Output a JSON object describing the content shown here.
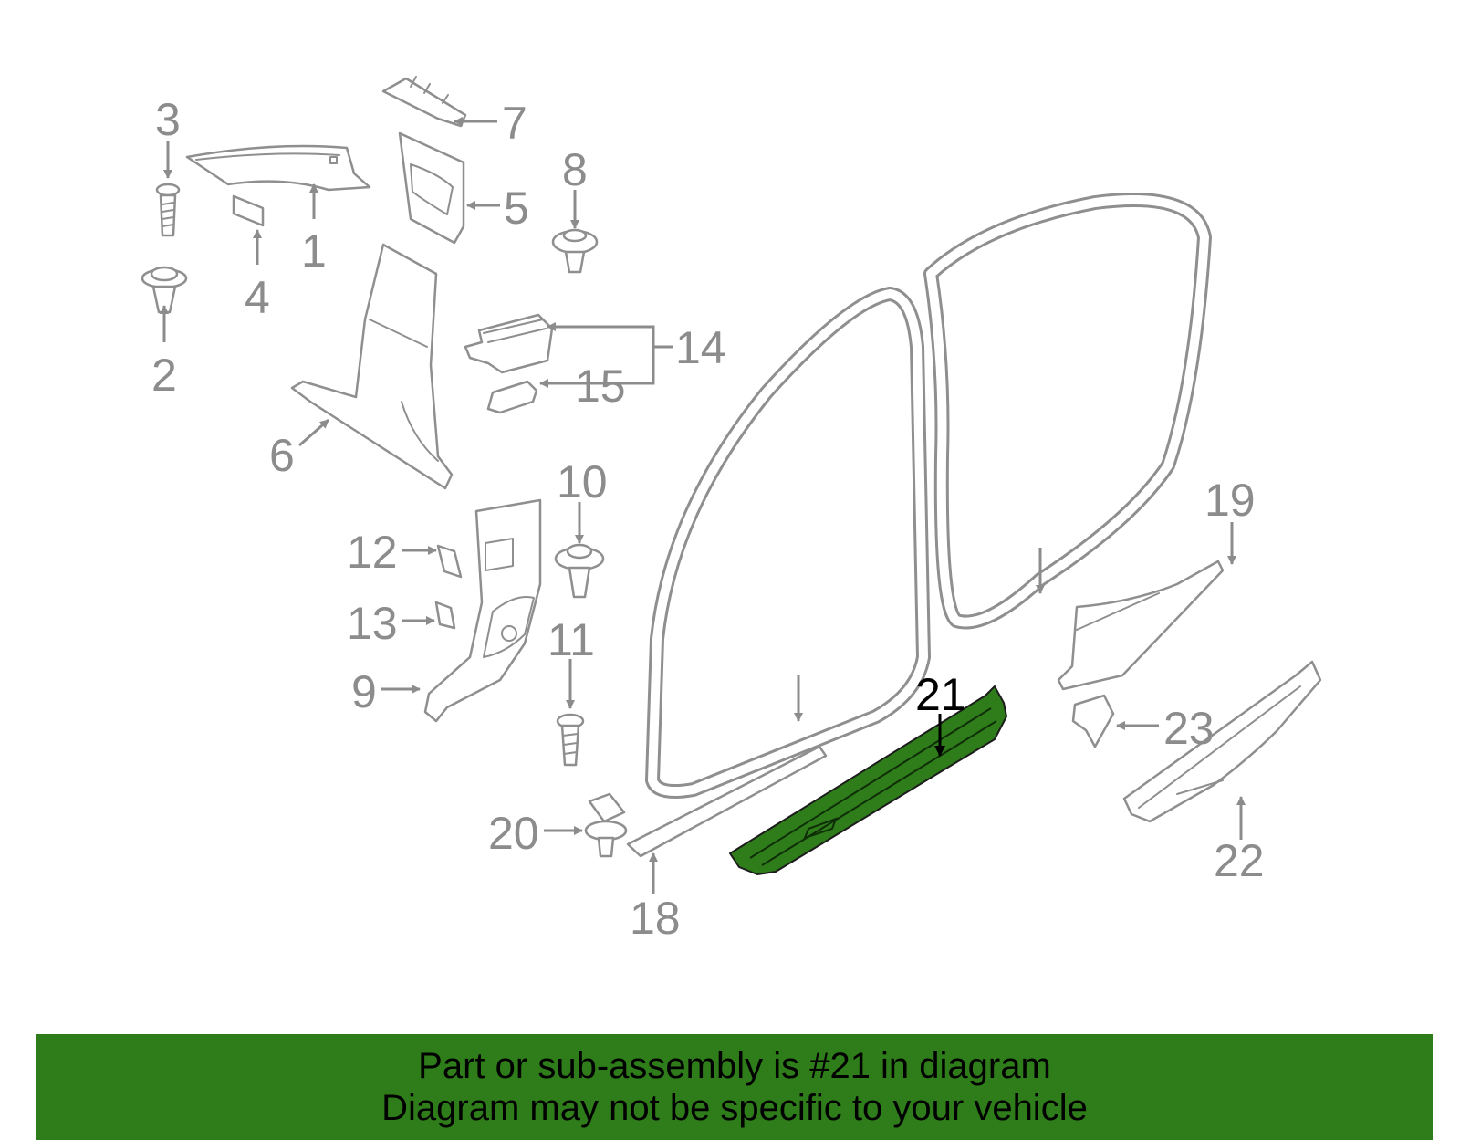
{
  "highlight_color": "#2e7d1a",
  "callouts": {
    "c1": "1",
    "c2": "2",
    "c3": "3",
    "c4": "4",
    "c5": "5",
    "c6": "6",
    "c7": "7",
    "c8": "8",
    "c9": "9",
    "c10": "10",
    "c11": "11",
    "c12": "12",
    "c13": "13",
    "c14": "14",
    "c15": "15",
    "c18": "18",
    "c19": "19",
    "c20": "20",
    "c21": "21",
    "c22": "22",
    "c23": "23"
  },
  "banner": {
    "line1": "Part or sub-assembly is #21 in diagram",
    "line2": "Diagram may not be specific to your vehicle"
  }
}
